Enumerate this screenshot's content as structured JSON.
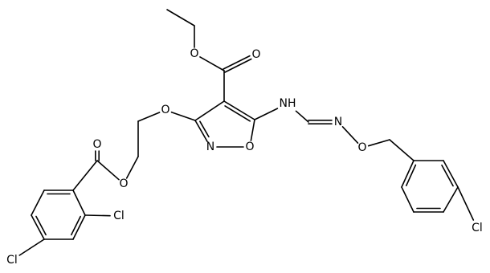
{
  "labels": {
    "o_ester_carbonyl": "O",
    "o_ester_link": "O",
    "o_ether": "O",
    "o_benzoate_link": "O",
    "o_benzoate_carbonyl": "O",
    "n_ring": "N",
    "o_ring": "O",
    "nh": "NH",
    "n_imine": "N",
    "o_oxime": "O",
    "cl_ortho": "Cl",
    "cl_para": "Cl",
    "cl_benzyl": "Cl"
  }
}
